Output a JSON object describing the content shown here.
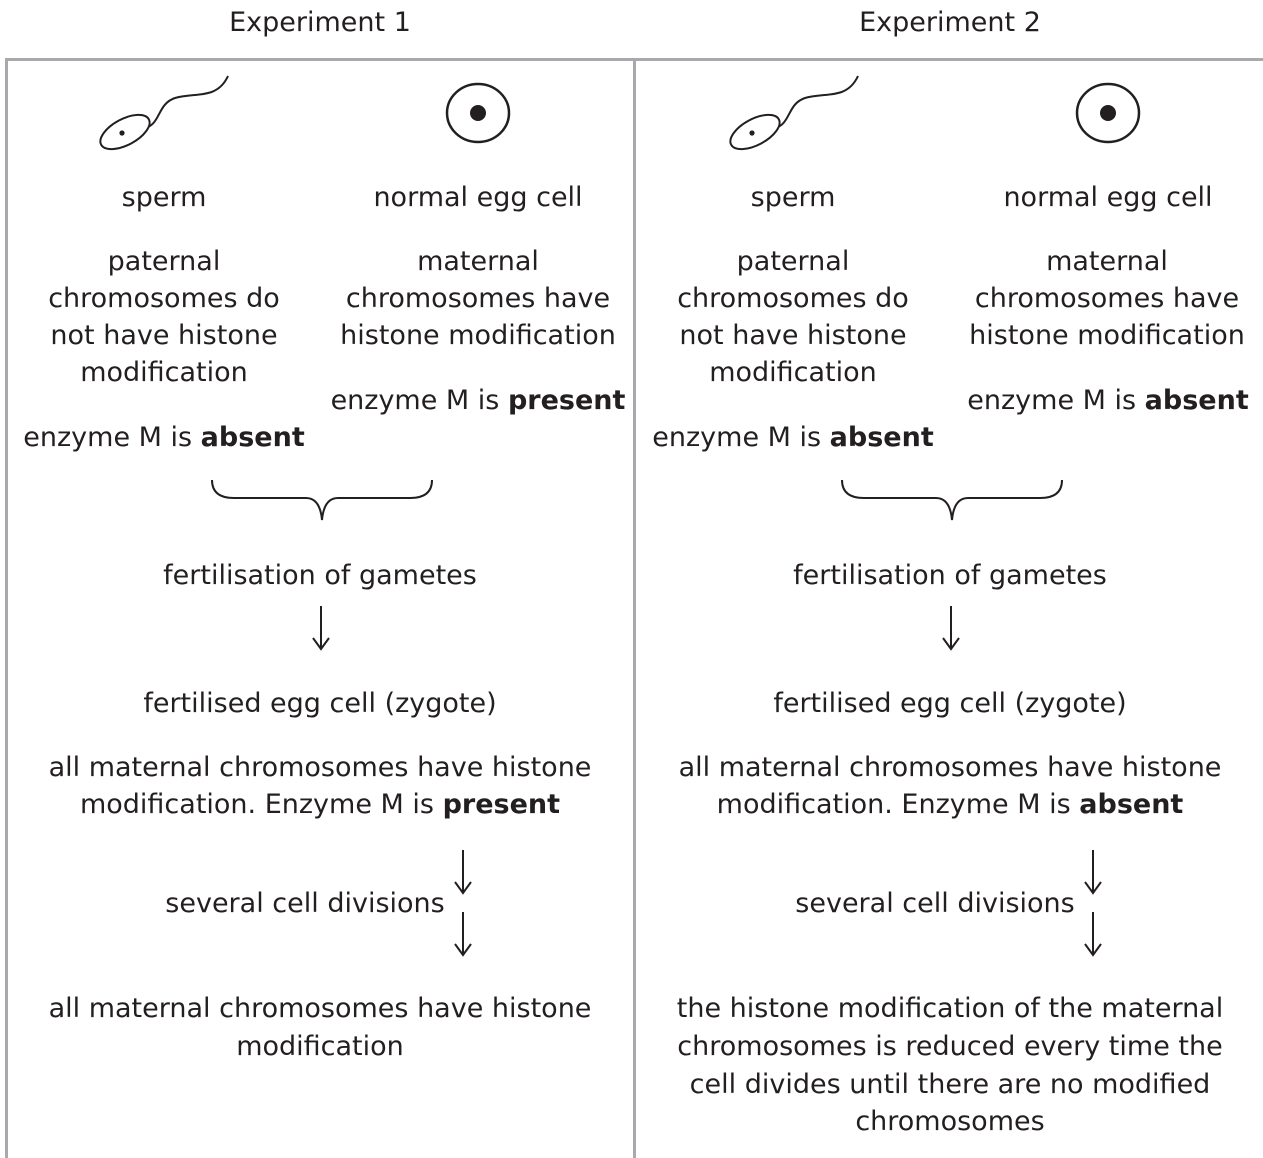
{
  "experiments": [
    {
      "title": "Experiment 1",
      "sperm": {
        "label": "sperm",
        "chromosomes_lines": [
          "paternal",
          "chromosomes do",
          "not have histone",
          "modification"
        ],
        "enzyme_prefix": "enzyme M is ",
        "enzyme_status": "absent"
      },
      "egg": {
        "label": "normal egg cell",
        "chromosomes_lines": [
          "maternal",
          "chromosomes have",
          "histone modification"
        ],
        "enzyme_prefix": "enzyme M is ",
        "enzyme_status": "present"
      },
      "fertilisation": "fertilisation of gametes",
      "zygote": "fertilised egg cell (zygote)",
      "zygote_desc_line1": "all maternal chromosomes have histone",
      "zygote_desc_line2_prefix": "modification. Enzyme M is ",
      "zygote_desc_status": "present",
      "divisions": "several cell divisions",
      "outcome_lines": [
        "all maternal chromosomes have histone",
        "modification"
      ]
    },
    {
      "title": "Experiment 2",
      "sperm": {
        "label": "sperm",
        "chromosomes_lines": [
          "paternal",
          "chromosomes do",
          "not have histone",
          "modification"
        ],
        "enzyme_prefix": "enzyme M is ",
        "enzyme_status": "absent"
      },
      "egg": {
        "label": "normal egg cell",
        "chromosomes_lines": [
          "maternal",
          "chromosomes have",
          "histone modification"
        ],
        "enzyme_prefix": "enzyme M is ",
        "enzyme_status": "absent"
      },
      "fertilisation": "fertilisation of gametes",
      "zygote": "fertilised egg cell (zygote)",
      "zygote_desc_line1": "all maternal chromosomes have histone",
      "zygote_desc_line2_prefix": "modification. Enzyme M is ",
      "zygote_desc_status": "absent",
      "divisions": "several cell divisions",
      "outcome_lines": [
        "the histone modification of the maternal",
        "chromosomes is reduced every time the",
        "cell divides until there are no modified",
        "chromosomes"
      ]
    }
  ]
}
